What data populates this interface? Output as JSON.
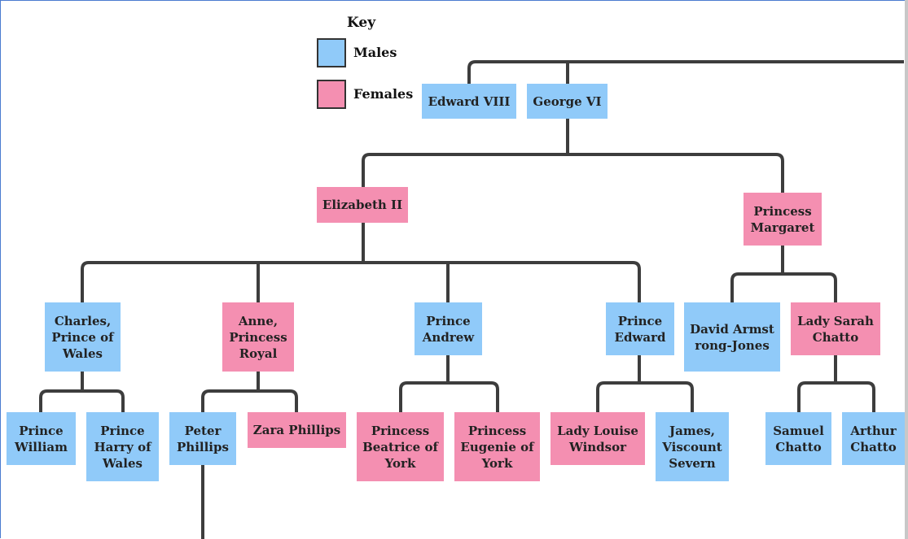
{
  "key": {
    "title": "Key",
    "males_label": "Males",
    "females_label": "Females",
    "male_color": "#90caf9",
    "female_color": "#f48fb1"
  },
  "people": {
    "edward_viii": "Edward VIII",
    "george_vi": "George VI",
    "elizabeth_ii": "Elizabeth II",
    "princess_margaret": "Princess Margaret",
    "charles": "Charles, Prince of Wales",
    "anne": "Anne, Princess Royal",
    "andrew": "Prince Andrew",
    "edward": "Prince Edward",
    "david": "David Armstrong-Jones",
    "sarah": "Lady Sarah Chatto",
    "william": "Prince William",
    "harry": "Prince Harry of Wales",
    "peter": "Peter Phillips",
    "zara": "Zara Phillips",
    "beatrice": "Princess Beatrice of York",
    "eugenie": "Princess Eugenie of York",
    "louise": "Lady Louise Windsor",
    "james": "James, Viscount Severn",
    "samuel": "Samuel Chatto",
    "arthur": "Arthur Chatto"
  }
}
